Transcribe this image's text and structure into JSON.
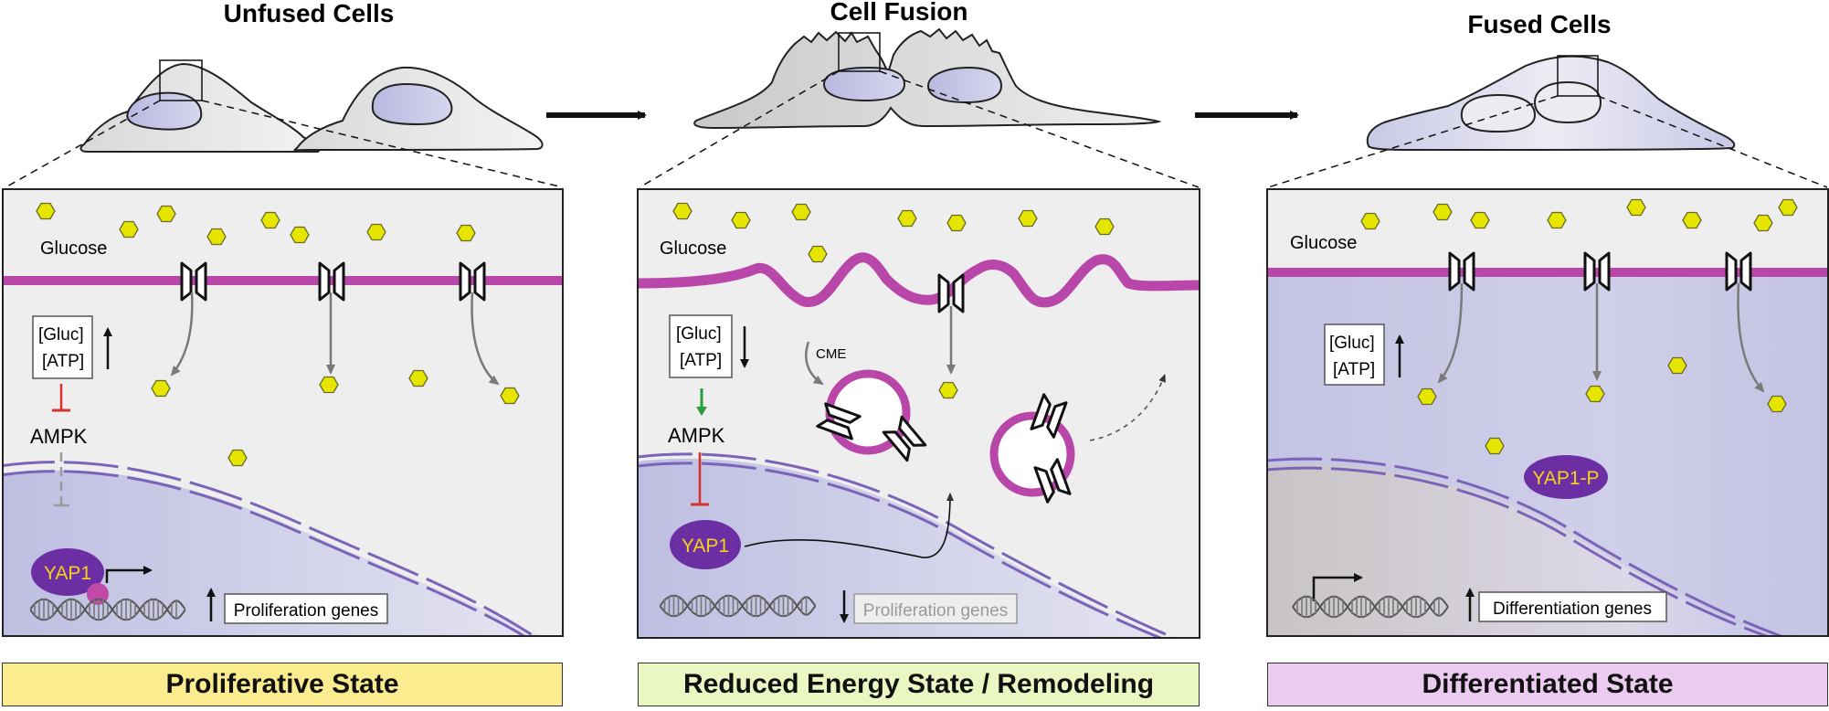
{
  "stages": {
    "unfused": {
      "title": "Unfused Cells",
      "glucose_label": "Glucose",
      "gluc_label": "[Gluc]",
      "atp_label": "[ATP]",
      "ampk_label": "AMPK",
      "yap_label": "YAP1",
      "genes_label": "Proliferation genes",
      "state_label": "Proliferative State",
      "state_color": "#fbec8f"
    },
    "fusion": {
      "title": "Cell Fusion",
      "glucose_label": "Glucose",
      "gluc_label": "[Gluc]",
      "atp_label": "[ATP]",
      "cme_label": "CME",
      "ampk_label": "AMPK",
      "yap_label": "YAP1",
      "genes_label": "Proliferation genes",
      "state_label": "Reduced Energy State / Remodeling",
      "state_color": "#eaf7c3"
    },
    "fused": {
      "title": "Fused Cells",
      "glucose_label": "Glucose",
      "gluc_label": "[Gluc]",
      "atp_label": "[ATP]",
      "yap_label": "YAP1-P",
      "genes_label": "Differentiation genes",
      "state_label": "Differentiated State",
      "state_color": "#eccbf0"
    }
  },
  "colors": {
    "membrane": "#b947a9",
    "glucose": "#e5e500",
    "yap": "#6b2fa3",
    "yap_text": "#f5d21c",
    "nucleus": "#c4c4e4",
    "nuclear_envelope": "#7b64b8",
    "inhibition_red": "#d8302c",
    "activation_green": "#2a9d3a"
  }
}
